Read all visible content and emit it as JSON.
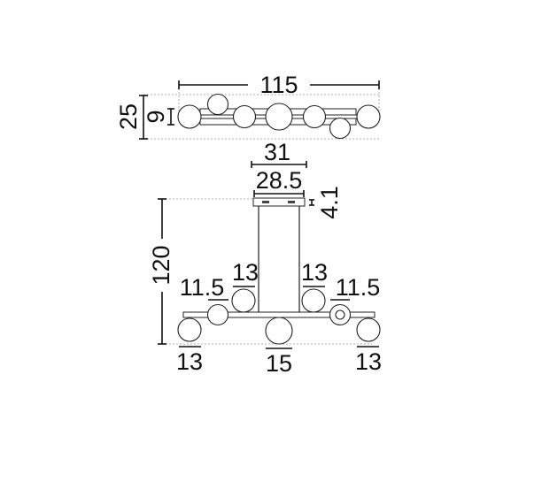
{
  "dimensions": {
    "top_view": {
      "total_length": "115",
      "total_depth": "25",
      "bar_depth": "9"
    },
    "canopy": {
      "outer_width": "31",
      "inner_width": "28.5",
      "height": "4.1"
    },
    "front_view": {
      "max_height": "120",
      "globe_left_small": "11.5",
      "globe_left_upper": "13",
      "globe_right_upper": "13",
      "globe_right_small": "11.5",
      "globe_bottom_left": "13",
      "globe_bottom_center": "15",
      "globe_bottom_right": "13"
    }
  }
}
